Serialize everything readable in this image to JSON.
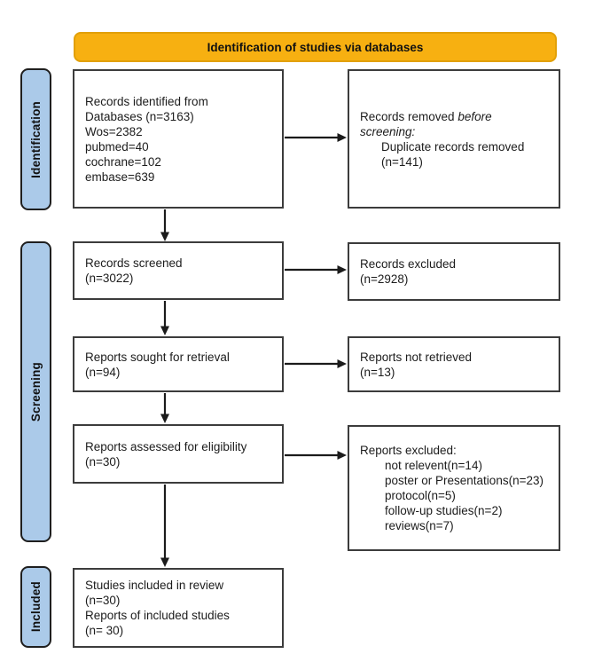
{
  "banner": {
    "title": "Identification of studies via databases"
  },
  "stages": [
    {
      "label": "Identification"
    },
    {
      "label": "Screening"
    },
    {
      "label": "Included"
    }
  ],
  "boxes": {
    "identified": {
      "lines": [
        "Records identified from",
        "Databases (n=3163)",
        "Wos=2382",
        "pubmed=40",
        "cochrane=102",
        "embase=639"
      ]
    },
    "removed": {
      "line1_normal": "Records removed",
      "line1_italic": "before",
      "line2_italic": "screening:",
      "sub_lines": [
        "Duplicate records removed",
        "(n=141)"
      ]
    },
    "screened": {
      "lines": [
        "Records screened",
        "(n=3022)"
      ]
    },
    "excluded": {
      "lines": [
        "Records excluded",
        "(n=2928)"
      ]
    },
    "sought": {
      "lines": [
        "Reports sought for retrieval",
        "(n=94)"
      ]
    },
    "not_retrieved": {
      "lines": [
        "Reports not retrieved",
        "(n=13)"
      ]
    },
    "assessed": {
      "lines": [
        "Reports assessed for eligibility",
        "(n=30)"
      ]
    },
    "reports_excluded": {
      "header": "Reports excluded:",
      "sub_lines": [
        "not relevent(n=14)",
        "poster or Presentations(n=23)",
        "protocol(n=5)",
        "follow-up studies(n=2)",
        "reviews(n=7)"
      ]
    },
    "included": {
      "lines": [
        "Studies included in review",
        "(n=30)",
        "Reports of included studies",
        "(n= 30)"
      ]
    }
  },
  "colors": {
    "banner_bg": "#F7B011",
    "stage_bg": "#ABCAE9",
    "box_border": "#3C3C3C",
    "arrow": "#1B1B1B"
  }
}
